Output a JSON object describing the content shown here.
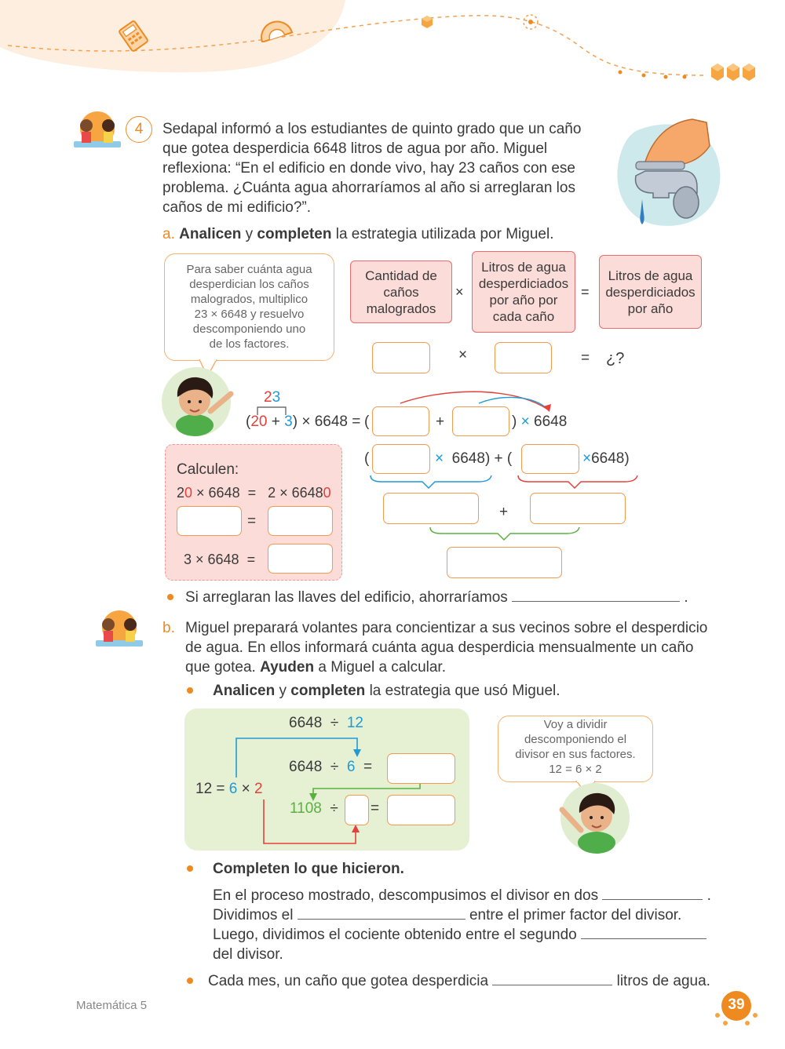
{
  "problem": {
    "number": "4",
    "text_lines": [
      "Sedapal informó a los estudiantes de quinto grado que un caño",
      "que gotea desperdicia 6648 litros de agua por año. Miguel",
      "reflexiona: “En el edificio en donde vivo, hay 23 caños con ese",
      "problema. ¿Cuánta agua ahorraríamos al año si arreglaran los",
      "caños de mi edificio?”."
    ]
  },
  "part_a": {
    "letter": "a.",
    "w1": "Analicen",
    "w2": "y",
    "w3": "completen",
    "w4": "la estrategia utilizada por Miguel.",
    "bubble_lines": [
      "Para saber cuánta agua",
      "desperdician los caños",
      "malogrados, multiplico",
      "23 × 6648 y resuelvo",
      "descomponiendo uno",
      "de los factores."
    ],
    "labels": {
      "faucets": "Cantidad de caños malogrados",
      "liters_per_faucet": "Litros de agua desperdiciados por año por cada caño",
      "liters_year": "Litros de agua desperdiciados por año"
    },
    "times": "×",
    "equals": "=",
    "question": "¿?",
    "decomp": {
      "top": "23",
      "open": "(",
      "n20": "20",
      "plus": "+",
      "n3": "3",
      "close_times": ") × 6648 =",
      "paren_open": "(",
      "paren_close_times": ")",
      "times_blue": "×",
      "n6648": "6648"
    },
    "row2": {
      "open": "(",
      "times1": "×",
      "v1": "6648) + (",
      "times2": "×",
      "v2": "6648)"
    },
    "calc": {
      "title": "Calculen:",
      "l1_a": "2",
      "l1_b": "0",
      "l1_c": " × 6648  =   2 × 6648",
      "l1_d": "0",
      "eq": "=",
      "l3": "3 × 6648  ="
    },
    "plus": "+",
    "conclusion": "Si arreglaran las llaves del edificio, ahorraríamos",
    "period": "."
  },
  "part_b": {
    "letter": "b.",
    "text_lines": [
      "Miguel preparará volantes para concientizar a sus vecinos sobre el desperdicio",
      "de agua. En ellos informará cuánta agua desperdicia mensualmente un caño"
    ],
    "line3_a": "que gotea.",
    "line3_b": "Ayuden",
    "line3_c": "a Miguel a calcular.",
    "bullet1_a": "Analicen",
    "bullet1_b": "y",
    "bullet1_c": "completen",
    "bullet1_d": "la estrategia que usó Miguel.",
    "division": {
      "r1_a": "6648",
      "r1_op": "÷",
      "r1_b": "12",
      "r2_a": "6648",
      "r2_op": "÷",
      "r2_b": "6",
      "r2_eq": "=",
      "left_a": "12 =",
      "left_b": "6",
      "left_x": "×",
      "left_c": "2",
      "r3_a": "1108",
      "r3_op": "÷",
      "r3_eq": "="
    },
    "bubble_lines": [
      "Voy a dividir",
      "descomponiendo el",
      "divisor en sus factores.",
      "12 = 6 × 2"
    ],
    "bullet2": "Completen lo que hicieron.",
    "para": {
      "l1": "En el proceso mostrado, descompusimos el divisor en dos",
      "l1_end": ".",
      "l2_a": "Dividimos el",
      "l2_b": "entre el primer factor del divisor.",
      "l3": "Luego, dividimos el cociente obtenido entre el segundo",
      "l4": "del divisor."
    },
    "bullet3_a": "Cada mes, un caño que gotea desperdicia",
    "bullet3_b": "litros de agua."
  },
  "footer": {
    "book": "Matemática 5",
    "page": "39"
  },
  "colors": {
    "accent_orange": "#ef8a21",
    "blue": "#1f9ad6",
    "red": "#e5403a",
    "green": "#5ab041",
    "pink_box": "#fbdcd8",
    "green_panel": "#e6f1d4"
  },
  "icons": [
    "calculator-icon",
    "protractor-icon",
    "cube-icon",
    "faucet-hand-illustration",
    "boy-illustration",
    "children-reading-icon"
  ]
}
